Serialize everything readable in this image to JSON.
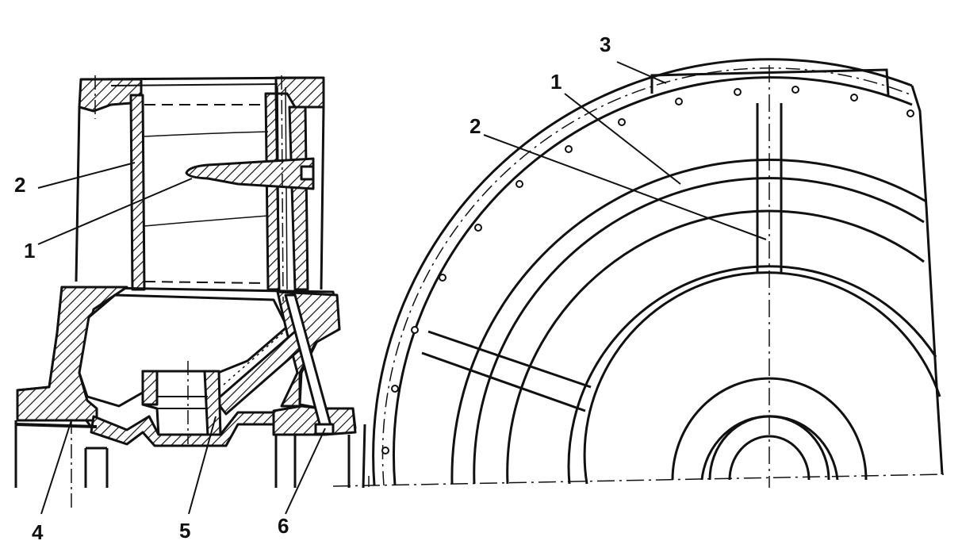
{
  "colors": {
    "ink": "#111111",
    "paper": "#ffffff"
  },
  "left_view": {
    "callouts": [
      {
        "id": "l1",
        "label": "1"
      },
      {
        "id": "l2",
        "label": "2"
      },
      {
        "id": "l4",
        "label": "4"
      },
      {
        "id": "l5",
        "label": "5"
      },
      {
        "id": "l6",
        "label": "6"
      }
    ]
  },
  "right_view": {
    "callouts": [
      {
        "id": "r1",
        "label": "1"
      },
      {
        "id": "r2",
        "label": "2"
      },
      {
        "id": "r3",
        "label": "3"
      }
    ]
  }
}
